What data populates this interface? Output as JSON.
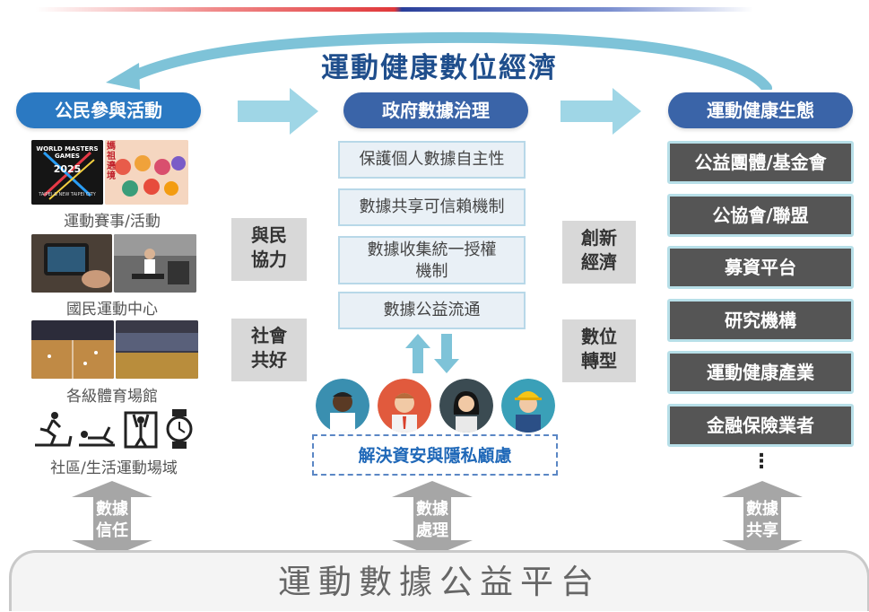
{
  "title": "運動健康數位經濟",
  "pills": {
    "left": "公民參與活動",
    "middle": "政府數據治理",
    "right": "運動健康生態"
  },
  "left_column": {
    "captions": [
      "運動賽事/活動",
      "國民運動中心",
      "各級體育場館",
      "社區/生活運動場域"
    ],
    "badge_lines": [
      "WORLD MASTERS GAMES",
      "2025",
      "TAIPEI & NEW TAIPEI CITY"
    ],
    "poster_text": "媽祖遶境"
  },
  "side_boxes": {
    "left_top": [
      "與民",
      "協力"
    ],
    "left_bottom": [
      "社會",
      "共好"
    ],
    "right_top": [
      "創新",
      "經濟"
    ],
    "right_bottom": [
      "數位",
      "轉型"
    ]
  },
  "middle_boxes": [
    "保護個人數據自主性",
    "數據共享可信賴機制",
    "數據收集統一授權機制",
    "數據公益流通"
  ],
  "middle_box3_lines": [
    "數據收集統一授權",
    "機制"
  ],
  "privacy_label": "解決資安與隱私顧慮",
  "right_boxes": [
    "公益團體/基金會",
    "公協會/聯盟",
    "募資平台",
    "研究機構",
    "運動健康產業",
    "金融保險業者"
  ],
  "ellipsis": "⋮",
  "bottom_arrows": {
    "left": [
      "數據",
      "信任"
    ],
    "middle": [
      "數據",
      "處理"
    ],
    "right": [
      "數據",
      "共享"
    ]
  },
  "platform_label": "運動數據公益平台",
  "colors": {
    "title_blue": "#1f4e8c",
    "pill_blue": "#3a64a8",
    "arrow_teal": "#8ccfe0",
    "dark_box": "#555555",
    "gray_arrow": "#a6a6a6"
  },
  "icons": [
    "treadmill-icon",
    "situp-icon",
    "pullup-icon",
    "smartwatch-icon",
    "doctor-avatar-icon",
    "businessman-avatar-icon",
    "woman-avatar-icon",
    "worker-avatar-icon"
  ]
}
